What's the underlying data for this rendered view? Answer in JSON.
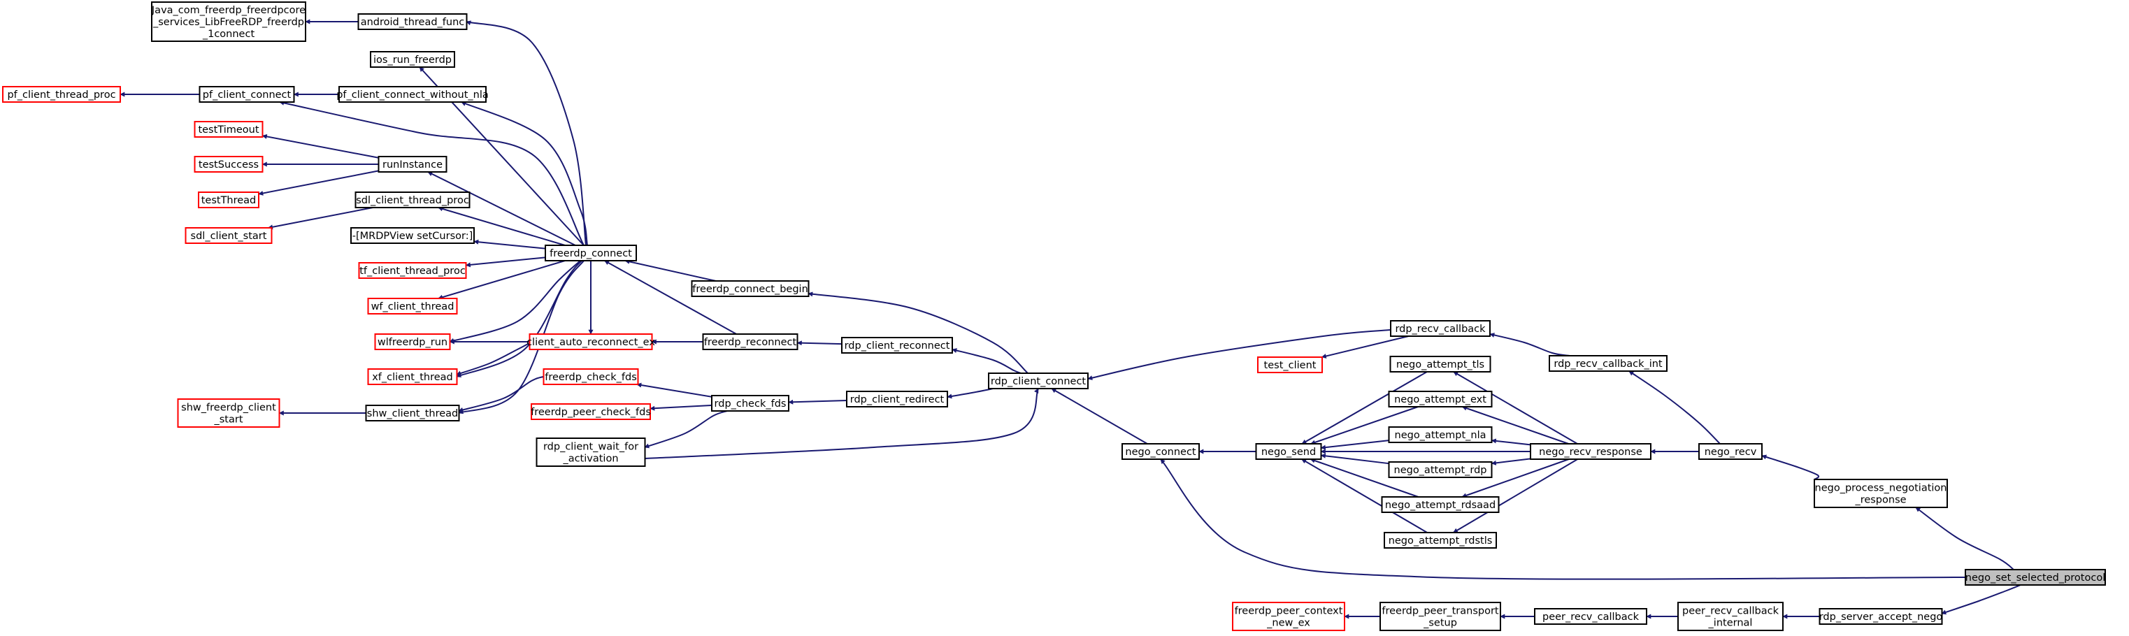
{
  "title": "Call graph (callers of nego_set_selected_protocol)",
  "colors": {
    "edge": "#191970",
    "node_border": "#000000",
    "external_border": "#ff0000",
    "selected_fill": "#bfbfbf",
    "background": "#ffffff"
  },
  "nodes": {
    "java": {
      "lines": [
        "Java_com_freerdp_freerdpcore",
        "_services_LibFreeRDP_freerdp",
        "_1connect"
      ],
      "external": false
    },
    "android": {
      "lines": [
        "android_thread_func"
      ],
      "external": false
    },
    "ios": {
      "lines": [
        "ios_run_freerdp"
      ],
      "external": false
    },
    "pf_thread": {
      "lines": [
        "pf_client_thread_proc"
      ],
      "external": true
    },
    "pf_connect": {
      "lines": [
        "pf_client_connect"
      ],
      "external": false
    },
    "pf_connect_nonla": {
      "lines": [
        "pf_client_connect_without_nla"
      ],
      "external": false
    },
    "testTimeout": {
      "lines": [
        "testTimeout"
      ],
      "external": true
    },
    "testSuccess": {
      "lines": [
        "testSuccess"
      ],
      "external": true
    },
    "testThread": {
      "lines": [
        "testThread"
      ],
      "external": true
    },
    "runInstance": {
      "lines": [
        "runInstance"
      ],
      "external": false
    },
    "sdl_thread": {
      "lines": [
        "sdl_client_thread_proc"
      ],
      "external": false
    },
    "sdl_start": {
      "lines": [
        "sdl_client_start"
      ],
      "external": true
    },
    "mrdp": {
      "lines": [
        "-[MRDPView setCursor:]"
      ],
      "external": false
    },
    "tf_thread": {
      "lines": [
        "tf_client_thread_proc"
      ],
      "external": true
    },
    "wf_thread": {
      "lines": [
        "wf_client_thread"
      ],
      "external": true
    },
    "wlf_run": {
      "lines": [
        "wlfreerdp_run"
      ],
      "external": true
    },
    "xf_thread": {
      "lines": [
        "xf_client_thread"
      ],
      "external": true
    },
    "shw_start": {
      "lines": [
        "shw_freerdp_client",
        "_start"
      ],
      "external": true
    },
    "shw_thread": {
      "lines": [
        "shw_client_thread"
      ],
      "external": false
    },
    "freerdp_connect": {
      "lines": [
        "freerdp_connect"
      ],
      "external": false
    },
    "auto_reconnect": {
      "lines": [
        "client_auto_reconnect_ex"
      ],
      "external": true
    },
    "check_fds": {
      "lines": [
        "freerdp_check_fds"
      ],
      "external": true
    },
    "peer_check_fds": {
      "lines": [
        "freerdp_peer_check_fds"
      ],
      "external": true
    },
    "wait_activation": {
      "lines": [
        "rdp_client_wait_for",
        "_activation"
      ],
      "external": false
    },
    "connect_begin": {
      "lines": [
        "freerdp_connect_begin"
      ],
      "external": false
    },
    "reconnect": {
      "lines": [
        "freerdp_reconnect"
      ],
      "external": false
    },
    "rdp_check_fds": {
      "lines": [
        "rdp_check_fds"
      ],
      "external": false
    },
    "client_reconnect": {
      "lines": [
        "rdp_client_reconnect"
      ],
      "external": false
    },
    "client_redirect": {
      "lines": [
        "rdp_client_redirect"
      ],
      "external": false
    },
    "client_connect": {
      "lines": [
        "rdp_client_connect"
      ],
      "external": false
    },
    "nego_connect": {
      "lines": [
        "nego_connect"
      ],
      "external": false
    },
    "nego_send": {
      "lines": [
        "nego_send"
      ],
      "external": false
    },
    "recv_callback": {
      "lines": [
        "rdp_recv_callback"
      ],
      "external": false
    },
    "test_client": {
      "lines": [
        "test_client"
      ],
      "external": true
    },
    "recv_callback_int": {
      "lines": [
        "rdp_recv_callback_int"
      ],
      "external": false
    },
    "att_tls": {
      "lines": [
        "nego_attempt_tls"
      ],
      "external": false
    },
    "att_ext": {
      "lines": [
        "nego_attempt_ext"
      ],
      "external": false
    },
    "att_nla": {
      "lines": [
        "nego_attempt_nla"
      ],
      "external": false
    },
    "att_rdp": {
      "lines": [
        "nego_attempt_rdp"
      ],
      "external": false
    },
    "att_rdsaad": {
      "lines": [
        "nego_attempt_rdsaad"
      ],
      "external": false
    },
    "att_rdstls": {
      "lines": [
        "nego_attempt_rdstls"
      ],
      "external": false
    },
    "recv_response": {
      "lines": [
        "nego_recv_response"
      ],
      "external": false
    },
    "nego_recv": {
      "lines": [
        "nego_recv"
      ],
      "external": false
    },
    "process_neg": {
      "lines": [
        "nego_process_negotiation",
        "_response"
      ],
      "external": false
    },
    "selected": {
      "lines": [
        "nego_set_selected_protocol"
      ],
      "external": false,
      "selected": true
    },
    "peer_ctx_new": {
      "lines": [
        "freerdp_peer_context",
        "_new_ex"
      ],
      "external": true
    },
    "peer_transport": {
      "lines": [
        "freerdp_peer_transport",
        "_setup"
      ],
      "external": false
    },
    "peer_recv_cb": {
      "lines": [
        "peer_recv_callback"
      ],
      "external": false
    },
    "peer_recv_int": {
      "lines": [
        "peer_recv_callback",
        "_internal"
      ],
      "external": false
    },
    "server_accept": {
      "lines": [
        "rdp_server_accept_nego"
      ],
      "external": false
    }
  },
  "edges": [
    [
      "java",
      "android"
    ],
    [
      "android",
      "freerdp_connect"
    ],
    [
      "ios",
      "freerdp_connect"
    ],
    [
      "pf_thread",
      "pf_connect"
    ],
    [
      "pf_connect",
      "pf_connect_nonla"
    ],
    [
      "pf_connect",
      "freerdp_connect"
    ],
    [
      "pf_connect_nonla",
      "freerdp_connect"
    ],
    [
      "testTimeout",
      "runInstance"
    ],
    [
      "testSuccess",
      "runInstance"
    ],
    [
      "testThread",
      "runInstance"
    ],
    [
      "runInstance",
      "freerdp_connect"
    ],
    [
      "sdl_start",
      "sdl_thread"
    ],
    [
      "sdl_thread",
      "freerdp_connect"
    ],
    [
      "mrdp",
      "freerdp_connect"
    ],
    [
      "tf_thread",
      "freerdp_connect"
    ],
    [
      "wf_thread",
      "freerdp_connect"
    ],
    [
      "wlf_run",
      "freerdp_connect"
    ],
    [
      "wlf_run",
      "auto_reconnect"
    ],
    [
      "xf_thread",
      "freerdp_connect"
    ],
    [
      "xf_thread",
      "auto_reconnect"
    ],
    [
      "shw_start",
      "shw_thread"
    ],
    [
      "shw_thread",
      "freerdp_connect"
    ],
    [
      "shw_thread",
      "check_fds"
    ],
    [
      "auto_reconnect",
      "freerdp_connect"
    ],
    [
      "auto_reconnect",
      "reconnect"
    ],
    [
      "freerdp_connect",
      "connect_begin"
    ],
    [
      "freerdp_connect",
      "reconnect"
    ],
    [
      "check_fds",
      "rdp_check_fds"
    ],
    [
      "peer_check_fds",
      "rdp_check_fds"
    ],
    [
      "wait_activation",
      "rdp_check_fds"
    ],
    [
      "connect_begin",
      "client_connect"
    ],
    [
      "reconnect",
      "client_reconnect"
    ],
    [
      "rdp_check_fds",
      "client_redirect"
    ],
    [
      "client_reconnect",
      "client_connect"
    ],
    [
      "client_redirect",
      "client_connect"
    ],
    [
      "client_connect",
      "wait_activation"
    ],
    [
      "client_connect",
      "recv_callback"
    ],
    [
      "client_connect",
      "nego_connect"
    ],
    [
      "test_client",
      "recv_callback"
    ],
    [
      "recv_callback",
      "recv_callback_int"
    ],
    [
      "nego_connect",
      "nego_send"
    ],
    [
      "nego_connect",
      "selected"
    ],
    [
      "nego_send",
      "att_tls"
    ],
    [
      "nego_send",
      "att_ext"
    ],
    [
      "nego_send",
      "att_nla"
    ],
    [
      "nego_send",
      "att_rdp"
    ],
    [
      "nego_send",
      "att_rdsaad"
    ],
    [
      "nego_send",
      "att_rdstls"
    ],
    [
      "nego_send",
      "recv_response"
    ],
    [
      "att_tls",
      "recv_response"
    ],
    [
      "att_ext",
      "recv_response"
    ],
    [
      "att_nla",
      "recv_response"
    ],
    [
      "att_rdp",
      "recv_response"
    ],
    [
      "att_rdsaad",
      "recv_response"
    ],
    [
      "att_rdstls",
      "recv_response"
    ],
    [
      "recv_callback_int",
      "nego_recv"
    ],
    [
      "recv_response",
      "nego_recv"
    ],
    [
      "nego_recv",
      "process_neg"
    ],
    [
      "process_neg",
      "selected"
    ],
    [
      "peer_ctx_new",
      "peer_transport"
    ],
    [
      "peer_transport",
      "peer_recv_cb"
    ],
    [
      "peer_recv_cb",
      "peer_recv_int"
    ],
    [
      "peer_recv_int",
      "server_accept"
    ],
    [
      "server_accept",
      "selected"
    ]
  ]
}
